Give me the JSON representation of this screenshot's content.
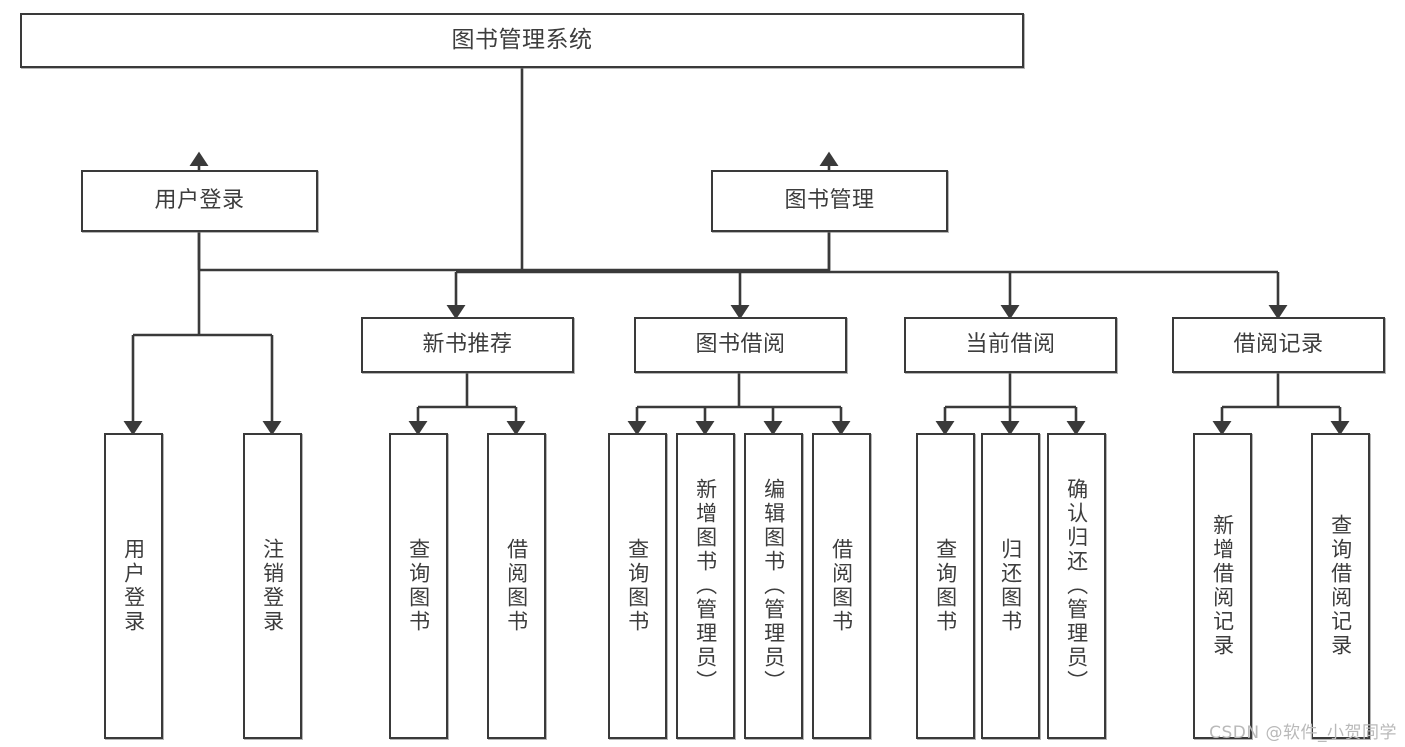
{
  "diagram": {
    "title": "图书管理系统",
    "type": "tree-hierarchy",
    "watermark": "CSDN @软件_小贺同学",
    "colors": {
      "stroke": "#3a3a3a",
      "fill": "#ffffff",
      "text": "#3d3d3d",
      "watermark": "#b9b9b9"
    },
    "nodes": {
      "root": {
        "label": "图书管理系统"
      },
      "level1": [
        {
          "id": "user-login",
          "label": "用户登录"
        },
        {
          "id": "book-manage",
          "label": "图书管理"
        }
      ],
      "level2": [
        {
          "id": "new-book-rec",
          "label": "新书推荐"
        },
        {
          "id": "book-borrow",
          "label": "图书借阅"
        },
        {
          "id": "current-borrow",
          "label": "当前借阅"
        },
        {
          "id": "borrow-record",
          "label": "借阅记录"
        }
      ],
      "leaves": {
        "user-login": [
          {
            "id": "leaf-user-login",
            "label": "用户登录"
          },
          {
            "id": "leaf-user-logout",
            "label": "注销登录"
          }
        ],
        "new-book-rec": [
          {
            "id": "leaf-query-book-1",
            "label": "查询图书"
          },
          {
            "id": "leaf-borrow-book-1",
            "label": "借阅图书"
          }
        ],
        "book-borrow": [
          {
            "id": "leaf-query-book-2",
            "label": "查询图书"
          },
          {
            "id": "leaf-add-book",
            "label": "新增图书（管理员）"
          },
          {
            "id": "leaf-edit-book",
            "label": "编辑图书（管理员）"
          },
          {
            "id": "leaf-borrow-book-2",
            "label": "借阅图书"
          }
        ],
        "current-borrow": [
          {
            "id": "leaf-query-book-3",
            "label": "查询图书"
          },
          {
            "id": "leaf-return-book",
            "label": "归还图书"
          },
          {
            "id": "leaf-confirm-return",
            "label": "确认归还（管理员）"
          }
        ],
        "borrow-record": [
          {
            "id": "leaf-add-record",
            "label": "新增借阅记录"
          },
          {
            "id": "leaf-query-record",
            "label": "查询借阅记录"
          }
        ]
      }
    }
  }
}
